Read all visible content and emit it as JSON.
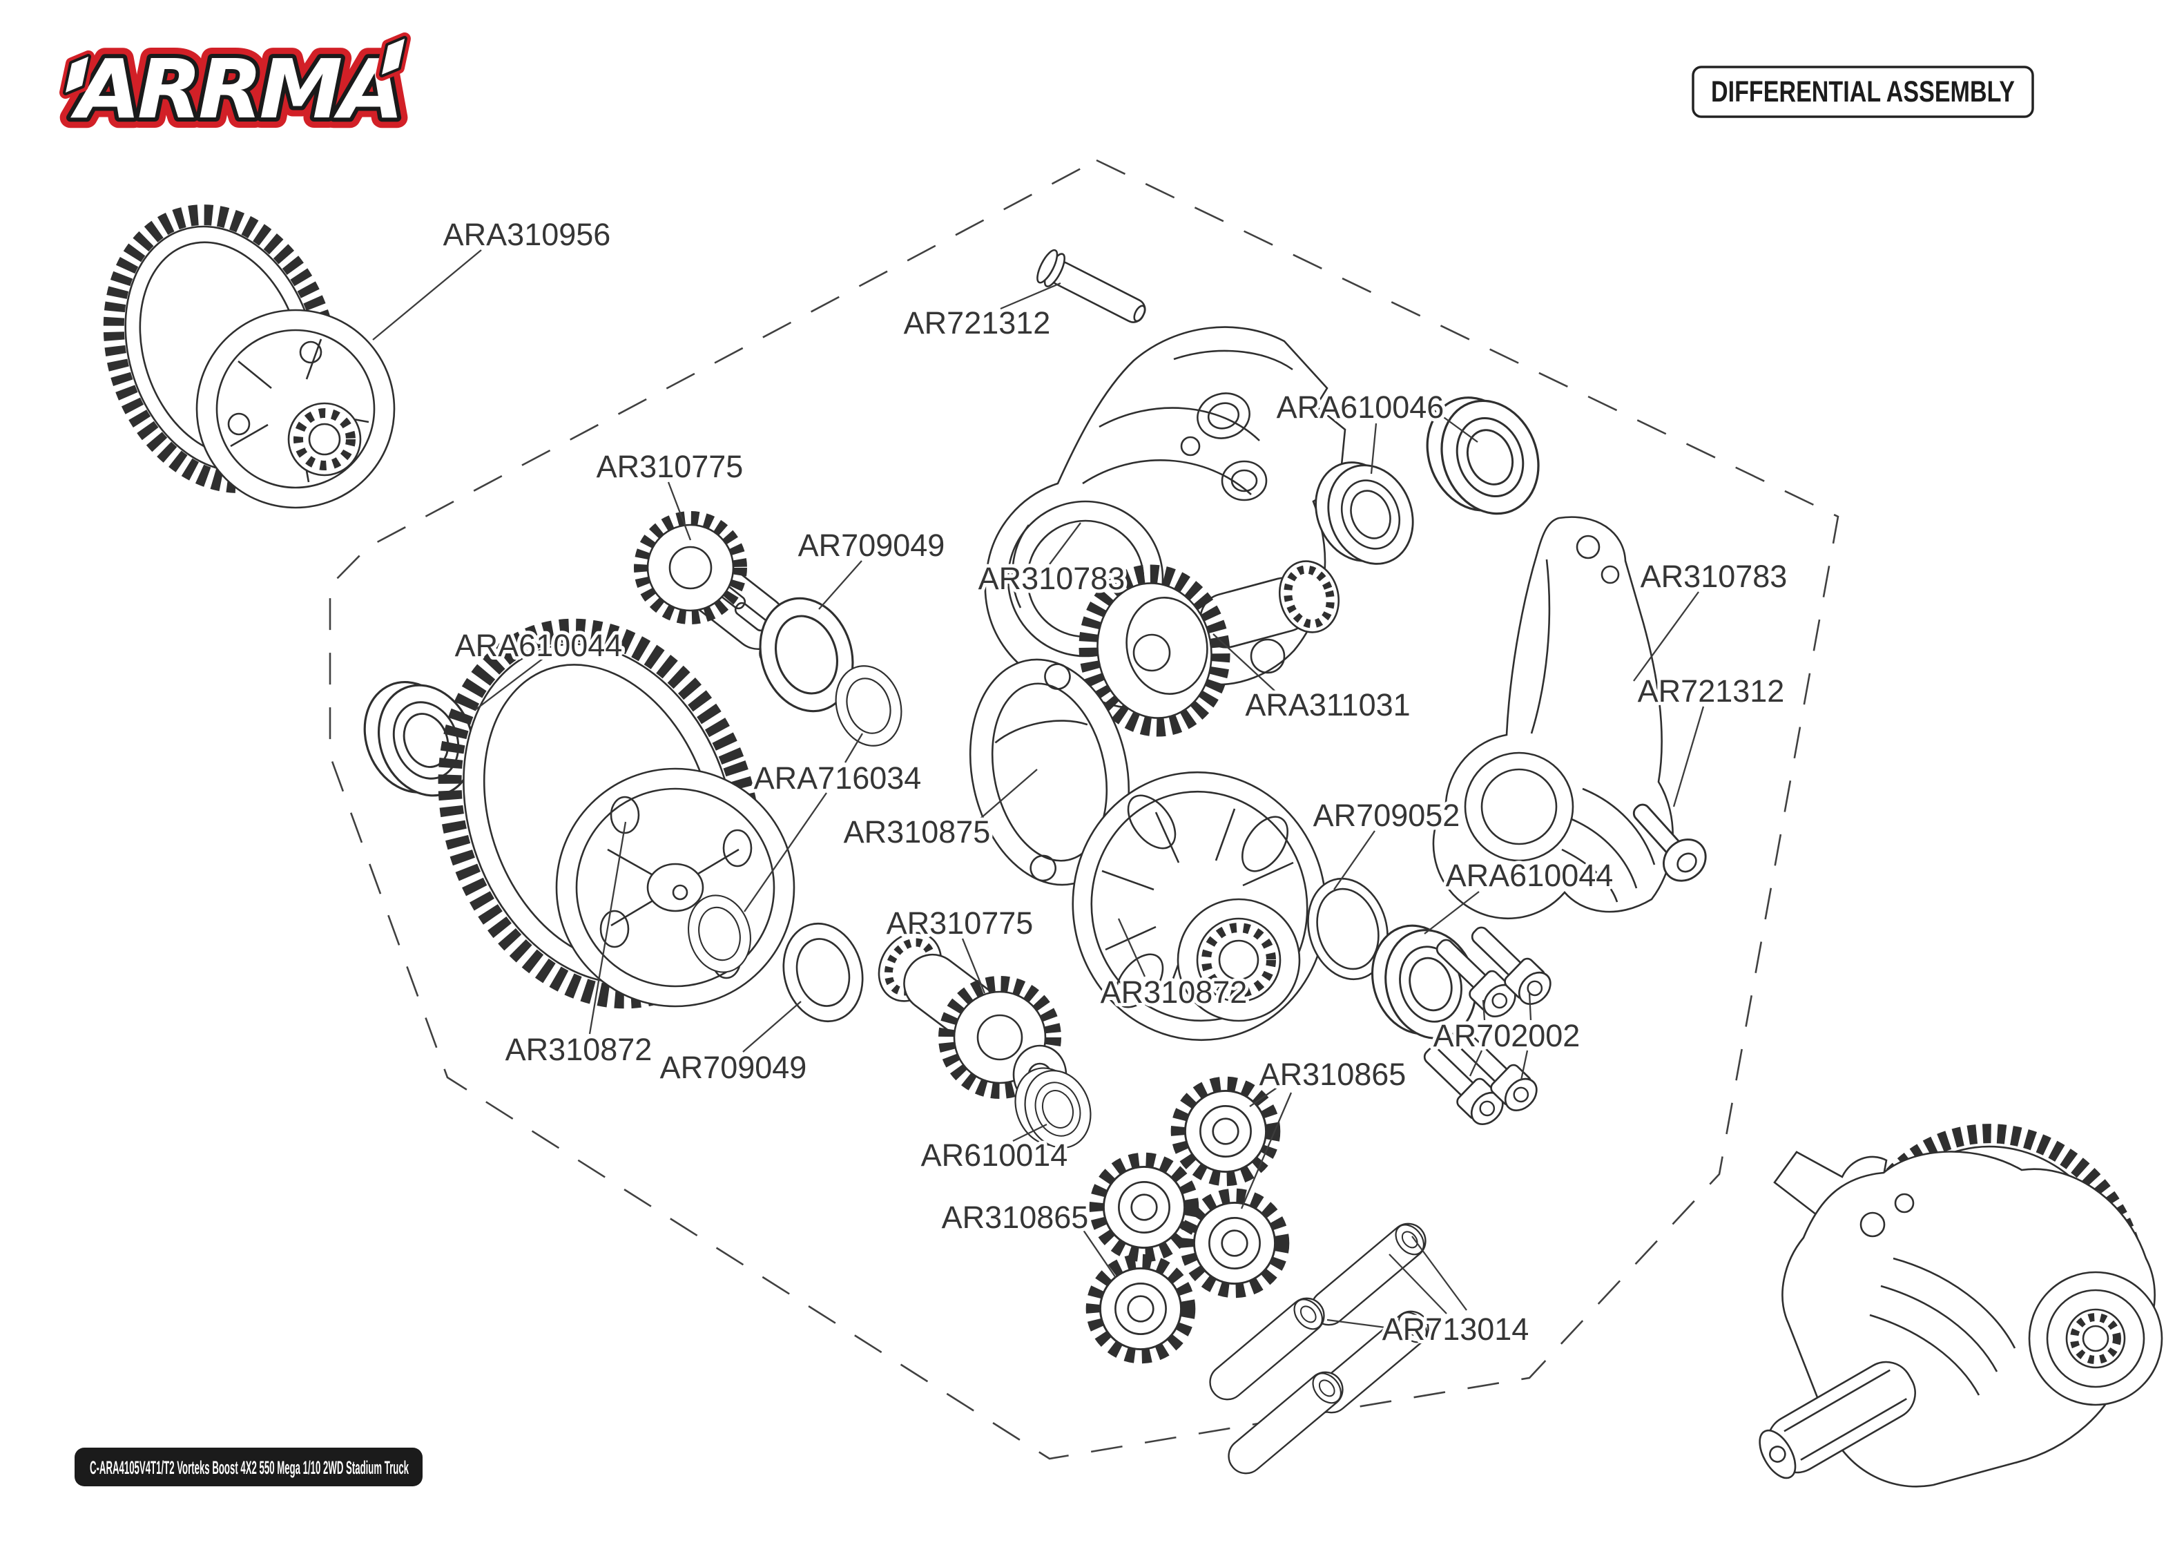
{
  "brand": {
    "logo_text": "ARRMA"
  },
  "header": {
    "title": "DIFFERENTIAL ASSEMBLY"
  },
  "footer": {
    "model_code": "C-ARA4105V4T1/T2 Vorteks Boost 4X2 550 Mega 1/10 2WD Stadium Truck"
  },
  "diagram": {
    "labels": [
      "ARA310956",
      "AR721312",
      "ARA610046",
      "AR310775",
      "AR709049",
      "AR310783",
      "ARA610044",
      "ARA311031",
      "AR310783",
      "AR721312",
      "ARA716034",
      "AR310875",
      "AR709052",
      "ARA610044",
      "AR310775",
      "AR310872",
      "AR310872",
      "AR709049",
      "AR310865",
      "AR610014",
      "AR310865",
      "AR702002",
      "AR713014"
    ]
  }
}
